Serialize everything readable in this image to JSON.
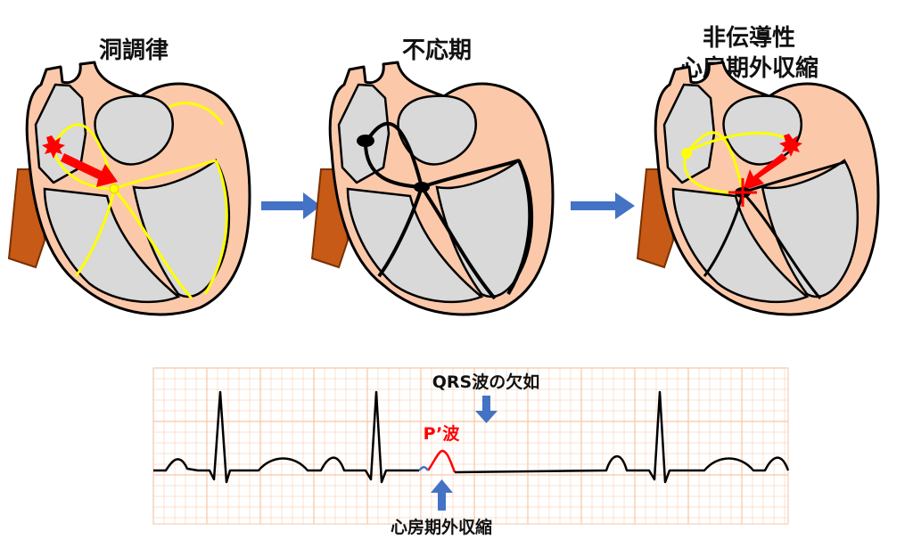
{
  "panels": [
    {
      "title": "洞調律"
    },
    {
      "title": "不応期"
    },
    {
      "title_line1": "非伝導性",
      "title_line2": "心房期外収縮"
    }
  ],
  "ecg": {
    "label_qrs_absent": "QRS波の欠如",
    "label_p_prime": "P’波",
    "label_pac": "心房期外収縮"
  },
  "colors": {
    "grid_line": "#f6c7a6",
    "heart_fill": "#fbc9aa",
    "chamber_fill": "#d9d9d9",
    "vessel": "#c65a16",
    "conduction_active": "#ffff00",
    "conduction_refractory": "#000000",
    "arrow_blue": "#4472c4",
    "arrow_red": "#ff0000",
    "p_prime_wave": "#ff0000"
  }
}
